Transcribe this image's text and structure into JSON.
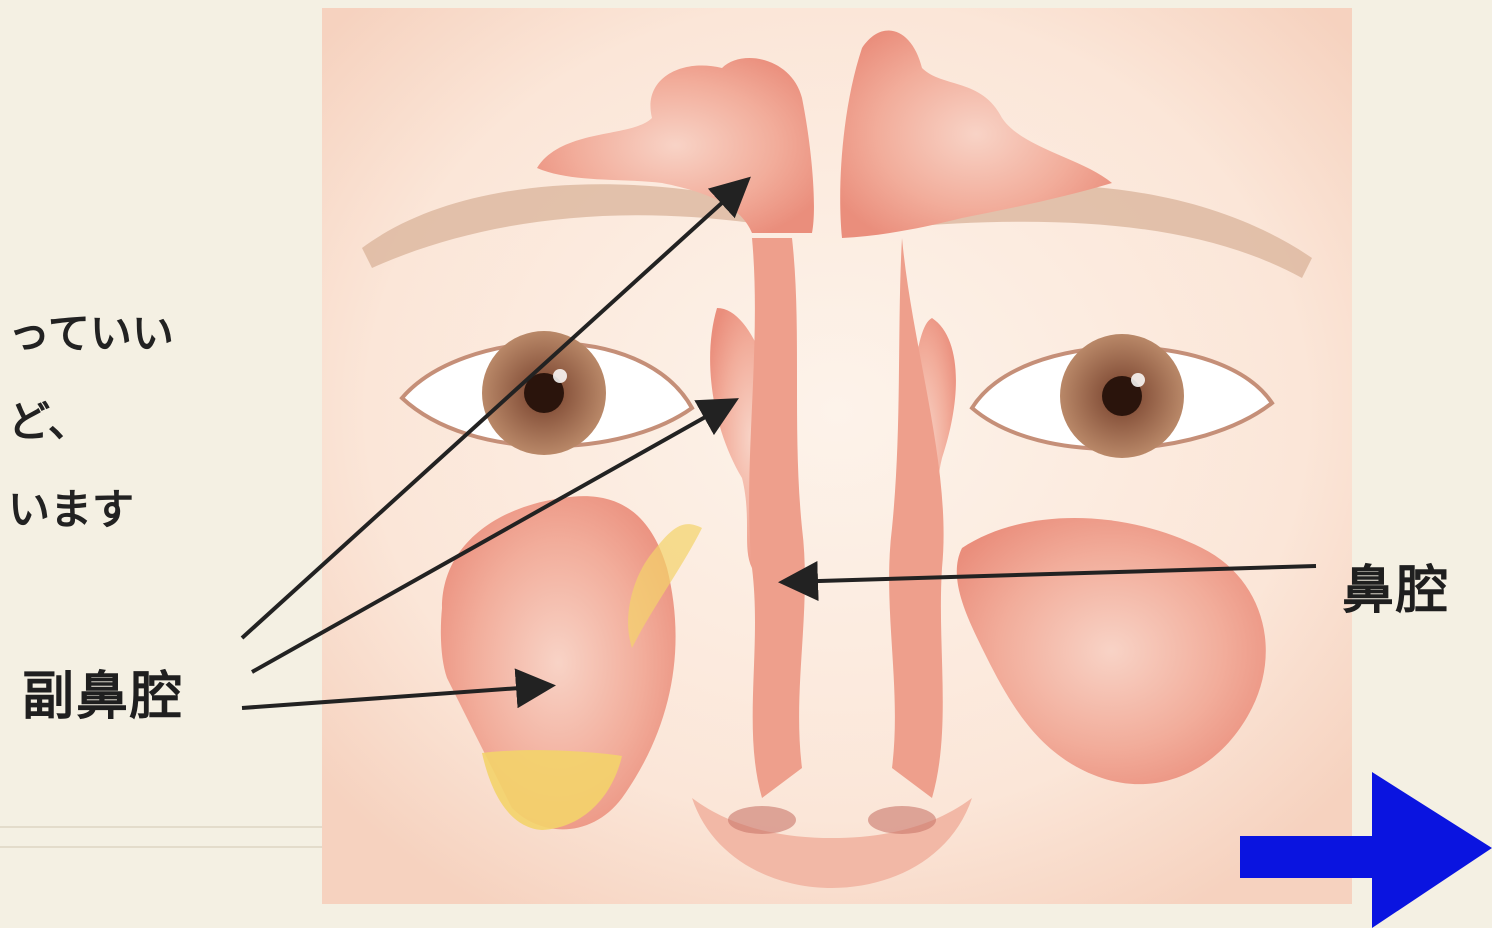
{
  "slide": {
    "text_lines": [
      "っていい",
      "ど、",
      "います"
    ]
  },
  "labels": {
    "paranasal_sinus": "副鼻腔",
    "nasal_cavity": "鼻腔"
  },
  "colors": {
    "background": "#f4f0e3",
    "sinus_tissue": "#f0a596",
    "mucus": "#f3d36a",
    "skin": "#fbeee4",
    "next_arrow": "#0a14e0"
  },
  "icons": {
    "next": "arrow-right-icon"
  }
}
